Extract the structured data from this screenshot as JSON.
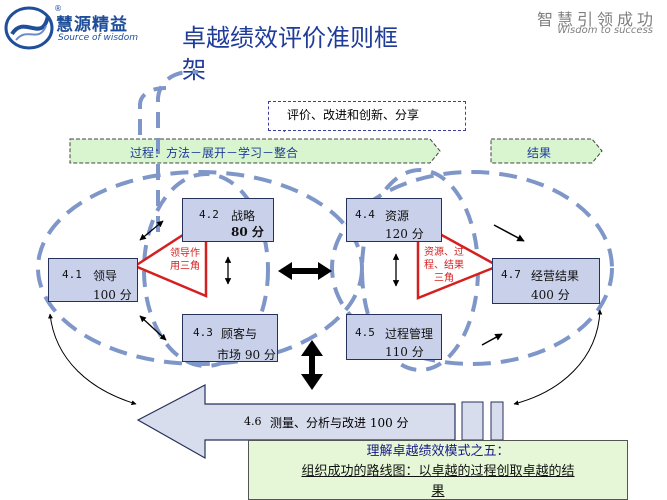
{
  "logo": {
    "cn": "慧源精益",
    "en": "Source of wisdom",
    "reg": "®"
  },
  "slogan": {
    "cn": "智慧引领成功",
    "en": "Wisdom to success"
  },
  "title": "卓越绩效评价准则框架",
  "callout": "评价、改进和创新、分享",
  "banner_process": "过程：方法－展开－学习－整合",
  "banner_result": "结果",
  "boxes": {
    "leadership": {
      "num": "4.1",
      "name": "领导",
      "score": "100 分"
    },
    "strategy": {
      "num": "4.2",
      "name": "战略",
      "score": "80 分"
    },
    "customer": {
      "num": "4.3",
      "name": "顾客与",
      "name2": "市场 90 分"
    },
    "resources": {
      "num": "4.4",
      "name": "资源",
      "score": "120 分"
    },
    "process": {
      "num": "4.5",
      "name": "过程管理",
      "score": "110 分"
    },
    "measure": {
      "num": "4.6",
      "name": "测量、分析与改进  100 分"
    },
    "results": {
      "num": "4.7",
      "name": "经营结果",
      "score": "400 分"
    }
  },
  "triangles": {
    "left": {
      "line1": "领导作",
      "line2": "用三角"
    },
    "right": {
      "line1": "资源、过",
      "line2": "程、结果",
      "line3": "三角"
    }
  },
  "summary": {
    "line1": "理解卓越绩效模式之五：",
    "line2": "组织成功的路线图：以卓越的过程创取卓越的结",
    "line3": "果"
  },
  "colors": {
    "box": "#c9d1ea",
    "dashed": "#7f96c9",
    "triangle": "#d42020",
    "banner": "#d8f5cf",
    "title": "#1f3c99"
  }
}
